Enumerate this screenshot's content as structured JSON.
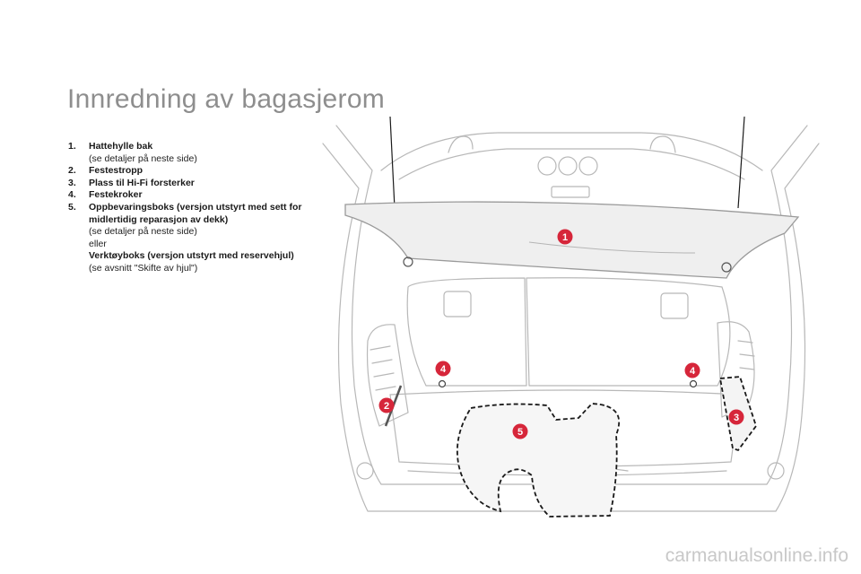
{
  "title": "Innredning av bagasjerom",
  "items": [
    {
      "num": "1.",
      "label": "Hattehylle bak",
      "note": "(se detaljer på neste side)"
    },
    {
      "num": "2.",
      "label": "Festestropp"
    },
    {
      "num": "3.",
      "label": "Plass til Hi-Fi forsterker"
    },
    {
      "num": "4.",
      "label": "Festekroker"
    },
    {
      "num": "5.",
      "label": "Oppbevaringsboks (versjon utstyrt med sett for midlertidig reparasjon av dekk)",
      "note": "(se detaljer på neste side)",
      "or": "eller",
      "alt_label": "Verktøyboks (versjon utstyrt med reservehjul)",
      "alt_note": "(se avsnitt \"Skifte av hjul\")"
    }
  ],
  "markers": [
    "1",
    "2",
    "3",
    "4",
    "4",
    "5"
  ],
  "colors": {
    "marker": "#d6263a",
    "title": "#8e8e8e",
    "line": "#b5b5b5",
    "shelf": "#efefef"
  },
  "watermark": "carmanualsonline.info"
}
